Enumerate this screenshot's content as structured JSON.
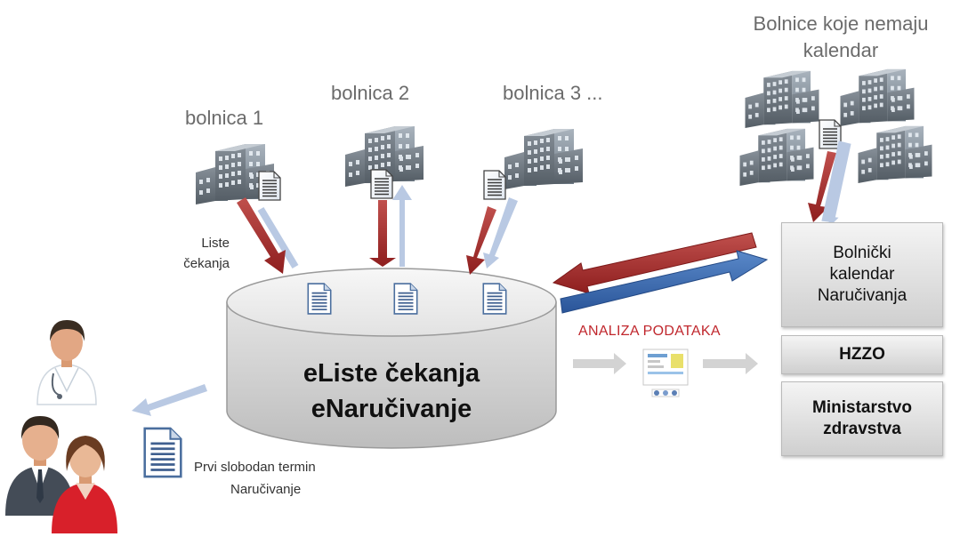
{
  "hospitals": {
    "h1": "bolnica 1",
    "h2": "bolnica 2",
    "h3": "bolnica 3 ...",
    "no_calendar_line1": "Bolnice koje nemaju",
    "no_calendar_line2": "kalendar"
  },
  "labels": {
    "waiting_list_line1": "Liste",
    "waiting_list_line2": "čekanja",
    "free_slot_line1": "Prvi slobodan termin",
    "free_slot_line2": "Naručivanje"
  },
  "database": {
    "line1": "eListe čekanja",
    "line2": "eNaručivanje"
  },
  "analysis_label": "ANALIZA PODATAKA",
  "boxes": {
    "calendar_line1": "Bolnički",
    "calendar_line2": "kalendar",
    "calendar_line3": "Naručivanja",
    "hzzo": "HZZO",
    "ministry_line1": "Ministarstvo",
    "ministry_line2": "zdravstva"
  },
  "icons": [
    "hospital-building-icon",
    "document-icon",
    "doctor-icon",
    "patients-icon",
    "report-icon"
  ],
  "colors": {
    "red_arrow": "#a31f1f",
    "blue_arrow": "#2f5faa",
    "light_arrow": "#b9c9e3",
    "analysis_text": "#c0272d"
  }
}
